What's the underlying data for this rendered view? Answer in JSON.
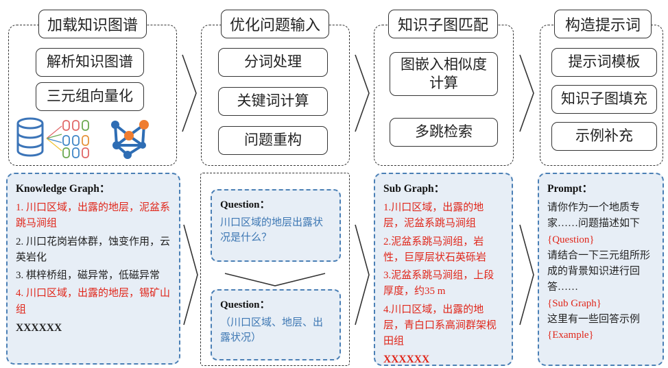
{
  "stages": [
    {
      "title": "加载知识图谱",
      "steps": [
        "解析知识图谱",
        "三元组向量化"
      ]
    },
    {
      "title": "优化问题输入",
      "steps": [
        "分词处理",
        "关键词计算",
        "问题重构"
      ]
    },
    {
      "title": "知识子图匹配",
      "steps": [
        "图嵌入相似度\n计算",
        "多跳检索"
      ]
    },
    {
      "title": "构造提示词",
      "steps": [
        "提示词模板",
        "知识子图填充",
        "示例补充"
      ]
    }
  ],
  "knowledge_graph": {
    "header": "Knowledge Graph：",
    "items": [
      {
        "text": "1. 川口区域，出露的地层，泥盆系跳马涧组",
        "color": "red"
      },
      {
        "text": "2. 川口花岗岩体群，蚀变作用，云英岩化",
        "color": "black"
      },
      {
        "text": "3. 棋梓桥组，磁异常，低磁异常",
        "color": "black"
      },
      {
        "text": "4. 川口区域，出露的地层，锡矿山组",
        "color": "red"
      }
    ],
    "footer": "XXXXXX"
  },
  "question": {
    "q1_header": "Question：",
    "q1_text": "川口区域的地层出露状况是什么？",
    "q2_header": "Question：",
    "q2_text": "（川口区域、地层、出露状况）"
  },
  "sub_graph": {
    "header": "Sub Graph：",
    "items": [
      "1.川口区域，出露的地层，泥盆系跳马涧组",
      "2.泥盆系跳马涧组，岩性，巨厚层状石英砾岩",
      "3.泥盆系跳马涧组，上段厚度，约35 m",
      "4.川口区域，出露的地层，青白口系高涧群架枧田组"
    ],
    "footer": "XXXXXX"
  },
  "prompt": {
    "header": "Prompt：",
    "line1": "请你作为一个地质专家……问题描述如下",
    "ph1": "{Question}",
    "line2": "请结合一下三元组所形成的背景知识进行回答……",
    "ph2": "{Sub Graph}",
    "line3": "这里有一些回答示例",
    "ph3": "{Example}"
  },
  "colors": {
    "red": "#e0261a",
    "blue_text": "#3d77b3",
    "panel_fill": "#e7eef6",
    "panel_border": "#4a7fb5",
    "db_blue": "#3b74b8",
    "network_orange": "#ef7d31",
    "network_blue": "#2e6db4"
  },
  "icons": [
    "database-icon",
    "data-flow-icon",
    "network-graph-icon"
  ]
}
